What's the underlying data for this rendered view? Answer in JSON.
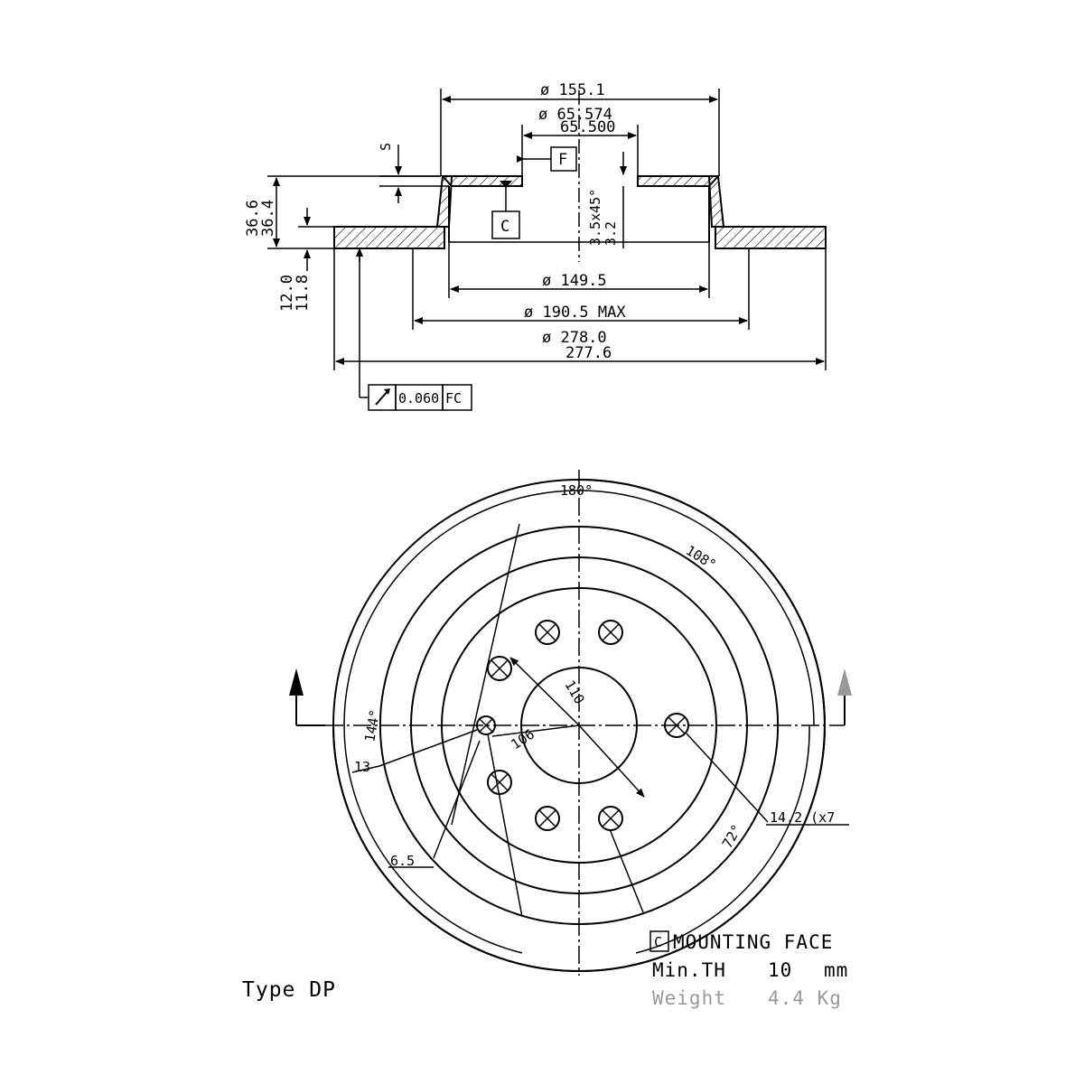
{
  "section_view": {
    "dia_hat_outer": "ø 155.1",
    "dia_bore_max": "ø 65.574",
    "dia_bore_min": "65.500",
    "datum_f": "F",
    "datum_c": "C",
    "s_label": "S",
    "height_max": "36.6",
    "height_min": "36.4",
    "chamfer_a": "3.5x45°",
    "chamfer_b": "3.2",
    "thickness_max": "12.0",
    "thickness_min": "11.8",
    "dia_149": "ø 149.5",
    "dia_190": "ø 190.5 MAX",
    "dia_278_max": "ø 278.0",
    "dia_278_min": "277.6",
    "runout_value": "0.060",
    "runout_datum": "FC"
  },
  "plan_view": {
    "angle_180": "180°",
    "angle_108": "108°",
    "angle_144": "144°",
    "angle_72": "72°",
    "pcd_110": "110",
    "pcd_106": "106",
    "hole_13": "13",
    "hole_65": "6.5",
    "hole_142": "14.2 (x7"
  },
  "notes": {
    "datum_box": "C",
    "mounting_face": "MOUNTING FACE",
    "min_th_label": "Min.TH",
    "min_th_value": "10",
    "min_th_unit": "mm",
    "weight_label": "Weight",
    "weight_value": "4.4 Kg",
    "type": "Type DP"
  }
}
